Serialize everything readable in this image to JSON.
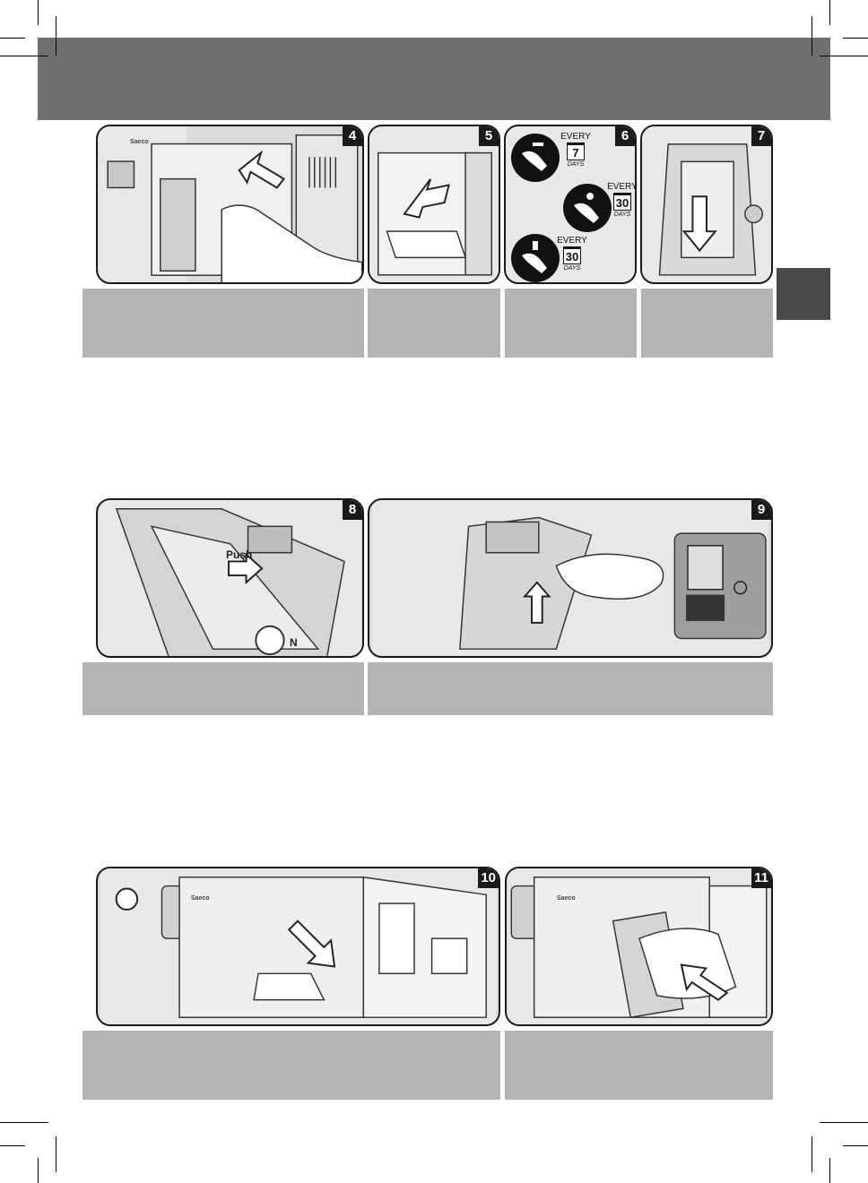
{
  "panels": {
    "p4": {
      "number": "4",
      "brand": "Saeco"
    },
    "p5": {
      "number": "5"
    },
    "p6": {
      "number": "6",
      "intervals": [
        {
          "every": "EVERY",
          "value": "7",
          "unit": "DAYS"
        },
        {
          "every": "EVERY",
          "value": "30",
          "unit": "DAYS"
        },
        {
          "every": "EVERY",
          "value": "30",
          "unit": "DAYS"
        }
      ],
      "icons": [
        "tap-water-icon",
        "lubricant-drop-icon",
        "tablet-icon"
      ]
    },
    "p7": {
      "number": "7"
    },
    "p8": {
      "number": "8",
      "push_label": "Push",
      "letter": "N"
    },
    "p9": {
      "number": "9"
    },
    "p10": {
      "number": "10",
      "brand": "Saeco"
    },
    "p11": {
      "number": "11",
      "brand": "Saeco"
    }
  },
  "colors": {
    "header": "#6f6f6f",
    "side_tab": "#4a4a4a",
    "caption": "#b4b4b4",
    "panel_bg": "#dcdcdc",
    "number_badge": "#1a1a1a"
  }
}
